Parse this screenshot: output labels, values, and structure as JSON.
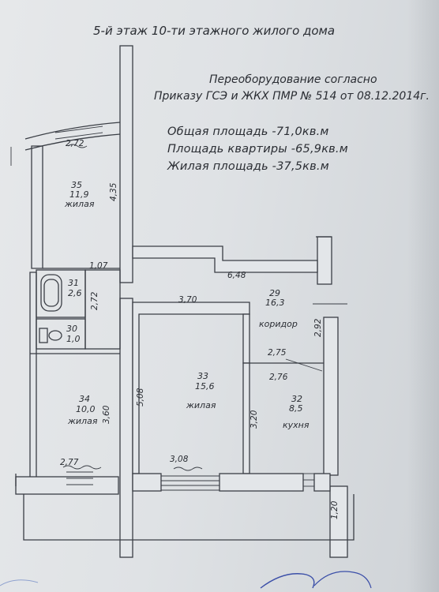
{
  "header": {
    "floor_title": "5-й этаж 10-ти этажного жилого дома",
    "reequip_line1": "Переоборудование согласно",
    "reequip_line2": "Приказу ГСЭ и ЖКХ ПМР № 514 от 08.12.2014г."
  },
  "areas": {
    "total": "Общая площадь -71,0кв.м",
    "apartment": "Площадь квартиры -65,9кв.м",
    "living": "Жилая площадь -37,5кв.м"
  },
  "rooms": [
    {
      "number": "35",
      "area": "11,9",
      "type": "жилая"
    },
    {
      "number": "31",
      "area": "2,6",
      "type": ""
    },
    {
      "number": "30",
      "area": "1,0",
      "type": ""
    },
    {
      "number": "29",
      "area": "16,3",
      "type": "коридор"
    },
    {
      "number": "33",
      "area": "15,6",
      "type": "жилая"
    },
    {
      "number": "34",
      "area": "10,0",
      "type": "жилая"
    },
    {
      "number": "32",
      "area": "8,5",
      "type": "кухня"
    }
  ],
  "dimensions": {
    "d1": "2,72",
    "d2": "4,35",
    "d3": "1,07",
    "d4": "6,48",
    "d5": "2,72",
    "d6": "3,70",
    "d7": "2,92",
    "d8": "2,75",
    "d9": "2,76",
    "d10": "5,08",
    "d11": "3,60",
    "d12": "3,20",
    "d13": "2,77",
    "d14": "3,08",
    "d15": "1,20"
  }
}
